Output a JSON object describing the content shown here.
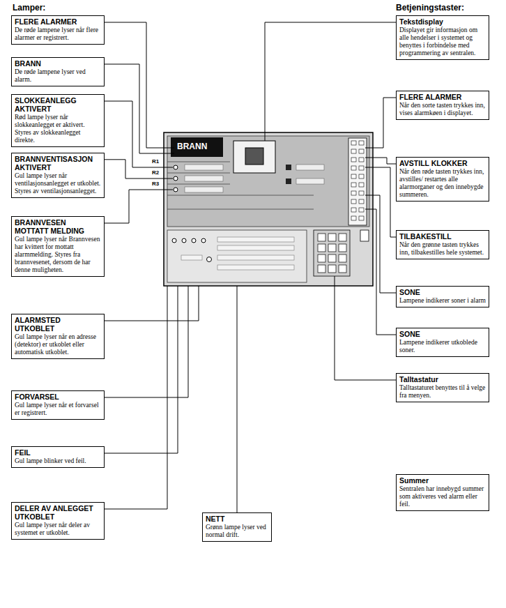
{
  "diagram": {
    "nodes": [
      {
        "text": [
          "FLERE ALARMER",
          "De røde lampene lyser når flere alarmer er registrert."
        ]
      },
      {
        "text": [
          "BRANN",
          "De røde lampene lyser ved alarm."
        ]
      },
      {
        "text": [
          "SLOKKEANLEGG AKTIVERT",
          "Rød lampe lyser når slokkeanlegget er aktivert. Styres av slokkeanlegget direkte."
        ]
      },
      {
        "text": [
          "BRANNVENTISASJON AKTIVERT",
          "Gul lampe lyser når ventilasjonsanlegget er utkoblet. Styres av ventilasjonsanlegget."
        ]
      },
      {
        "text": [
          "BRANNVESEN MOTTATT MELDING",
          "Gul lampe lyser når Brannvesen har kvittert for mottatt alarmmelding. Styres fra brannvesenet, dersom de har denne muligheten."
        ]
      },
      {
        "text": [
          "ALARMSTED UTKOBLET",
          "Gul lampe lyser når en adresse (detektor) er utkoblet eller automatisk utkoblet."
        ]
      },
      {
        "text": [
          "FORVARSEL",
          "Gul lampe lyser når et forvarsel er registrert."
        ]
      },
      {
        "text": [
          "FEIL",
          "Gul lampe blinker ved feil."
        ]
      },
      {
        "text": [
          "DELER AV ANLEGGET UTKOBLET",
          "Gul lampe lyser når deler av systemet er utkoblet."
        ]
      },
      {
        "text": [
          "NETT",
          "Grønn lampe lyser ved normal drift."
        ]
      },
      {
        "text": [
          "Tekstdisplay",
          "Displayet gir informasjon om alle hendelser i systemet og benyttes i forbindelse med programmering av sentralen."
        ]
      },
      {
        "text": [
          "FLERE ALARMER",
          "Når den sorte tasten trykkes inn, vises alarmkøen i displayet."
        ]
      },
      {
        "text": [
          "AVSTILL KLOKKER",
          "Når den røde tasten trykkes inn, avstilles/ restartes alle alarmorganer og den innebygde summeren."
        ]
      },
      {
        "text": [
          "TILBAKESTILL",
          "Når den grønne tasten trykkes inn, tilbakestilles hele systemet."
        ]
      },
      {
        "text": [
          "SONE",
          "Lampene indikerer soner i alarm"
        ]
      },
      {
        "text": [
          "SONE",
          "Lampene indikerer utkoblede soner."
        ]
      },
      {
        "text": [
          "Talltastatur",
          "Talltastaturet benyttes til å velge fra menyen."
        ]
      },
      {
        "text": [
          "Summer",
          "Sentralen har innebygd summer som aktiveres ved alarm eller feil."
        ]
      }
    ],
    "labels": [
      "Lamper:",
      "Betjeningstaster:",
      "BRANN",
      "R1",
      "R2",
      "R3"
    ]
  }
}
